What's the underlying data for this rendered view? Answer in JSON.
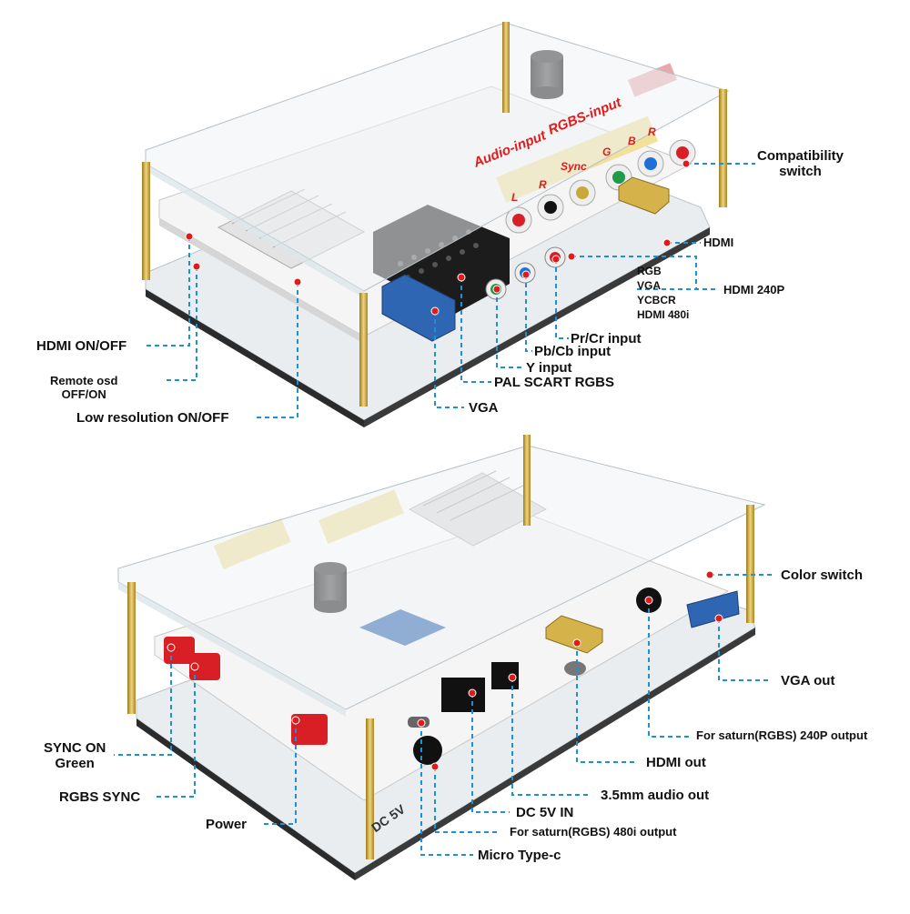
{
  "colors": {
    "leader_line": "#1f8fd6",
    "marker": "#e01b1b",
    "acrylic": "#eef3f6",
    "pcb": "#f7f7f7",
    "brass": "#d8b14a",
    "yellow_jack": "#f2e199",
    "red_jack": "#d81f26",
    "green_jack": "#1f9a4a",
    "blue_jack": "#1f6fd6",
    "knob": "#111111"
  },
  "top_board": {
    "silk_labels": {
      "audio_input": "Audio-input",
      "rgbs_input": "RGBS-input",
      "l": "L",
      "r": "R",
      "sync": "Sync",
      "g": "G",
      "b": "B",
      "r2": "R"
    },
    "callouts": {
      "compatibility_switch": [
        "Compatibility",
        "switch"
      ],
      "hdmi": "HDMI",
      "hdmi_240p": "HDMI 240P",
      "modes": [
        "RGB",
        "VGA",
        "YCBCR",
        "HDMI 480i"
      ],
      "pr_cr": "Pr/Cr input",
      "pb_cb": "Pb/Cb input",
      "y_input": "Y input",
      "pal_scart": "PAL SCART RGBS",
      "vga": "VGA",
      "hdmi_onoff": "HDMI ON/OFF",
      "remote_osd": [
        "Remote osd",
        "OFF/ON"
      ],
      "low_res": "Low resolution ON/OFF"
    }
  },
  "bottom_board": {
    "callouts": {
      "color_switch": "Color switch",
      "vga_out": "VGA out",
      "saturn_240p": "For saturn(RGBS) 240P output",
      "hdmi_out": "HDMI out",
      "audio_out": "3.5mm audio out",
      "dc_in": "DC 5V IN",
      "saturn_480i": "For saturn(RGBS) 480i output",
      "micro_typec": "Micro Type-c",
      "sync_on_green": [
        "SYNC ON",
        "Green"
      ],
      "rgbs_sync": "RGBS SYNC",
      "power": "Power"
    },
    "silk_labels": {
      "dc5v": "DC 5V"
    }
  }
}
